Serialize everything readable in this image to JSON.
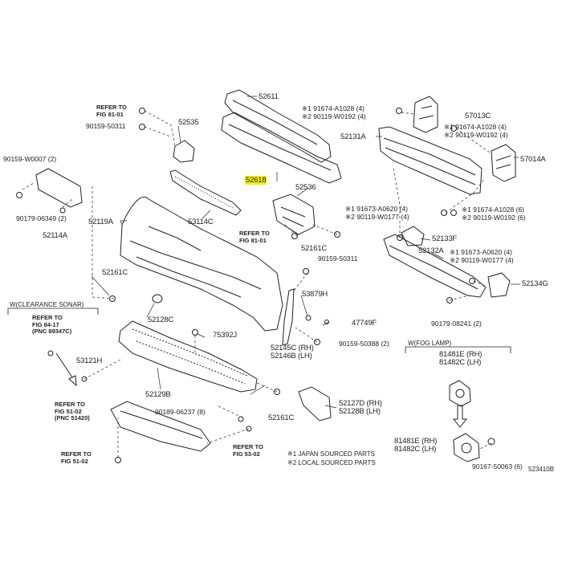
{
  "highlighted_part": "52618",
  "labels": {
    "p52611": "52611",
    "p52618": "52618",
    "p52535": "52535",
    "p52536": "52536",
    "p52131A": "52131A",
    "p57013C": "57013C",
    "p57014A": "57014A",
    "p52119A": "52119A",
    "p53114C": "53114C",
    "p52114A": "52114A",
    "p52161C_a": "52161C",
    "p52161C_b": "52161C",
    "p52161C_c": "52161C",
    "p52133F": "52133F",
    "p52132A": "52132A",
    "p52134G": "52134G",
    "p53879H": "53879H",
    "p47749F": "47749F",
    "p52145C": "52145C (RH)",
    "p52146B": "52146B (LH)",
    "p75392J": "75392J",
    "p52128C": "52128C",
    "p53121H": "53121H",
    "p52129B": "52129B",
    "p52127D": "52127D (RH)",
    "p52128B": "52128B (LH)",
    "p81481E_a": "81481E (RH)",
    "p81482C_a": "81482C (LH)",
    "p81481E_b": "81481E (RH)",
    "p81482C_b": "81482C (LH)",
    "b90159_50311_a": "90159-50311",
    "b90159_50311_b": "90159-50311",
    "b90159_W0007": "90159-W0007 (2)",
    "b90179_06349": "90179-06349 (2)",
    "b91674_A1028_a": "※1 91674-A1028 (4)",
    "b90119_W0192_a": "※2 90119-W0192 (4)",
    "b91674_A1028_b": "※1 91674-A1028 (4)",
    "b90119_W0192_b": "※2 90119-W0192 (4)",
    "b91673_A0620_a": "※1 91673-A0620 (4)",
    "b90119_W0177_a": "※2 90119-W0177 (4)",
    "b91674_A1028_c": "※1 91674-A1028 (6)",
    "b90119_W0192_c": "※2 90119-W0192 (6)",
    "b91673_A0620_b": "※1 91673-A0620 (4)",
    "b90119_W0177_b": "※2 90119-W0177 (4)",
    "b90179_08241": "90179-08241 (2)",
    "b90159_50388": "90159-50388 (2)",
    "b90189_06237": "90189-06237 (8)",
    "b90167_50063": "90167-50063 (6)"
  },
  "refs": {
    "r1_a": "REFER TO",
    "r1_b": "FIG 81-01",
    "r2_a": "REFER TO",
    "r2_b": "FIG 81-01",
    "r3_a": "REFER TO",
    "r3_b": "FIG 84-17",
    "r3_c": "(PNC 89347C)",
    "r4_a": "REFER TO",
    "r4_b": "FIG 51-02",
    "r4_c": "(PNC 51420)",
    "r5_a": "REFER TO",
    "r5_b": "FIG 51-02",
    "r6_a": "REFER TO",
    "r6_b": "FIG 53-02"
  },
  "headers": {
    "clearance_sonar": "W(CLEARANCE SONAR)",
    "fog_lamp": "W(FOG LAMP)"
  },
  "notes": {
    "n1": "※1  JAPAN SOURCED PARTS",
    "n2": "※2  LOCAL SOURCED PARTS"
  },
  "diagram_id": "523410B"
}
